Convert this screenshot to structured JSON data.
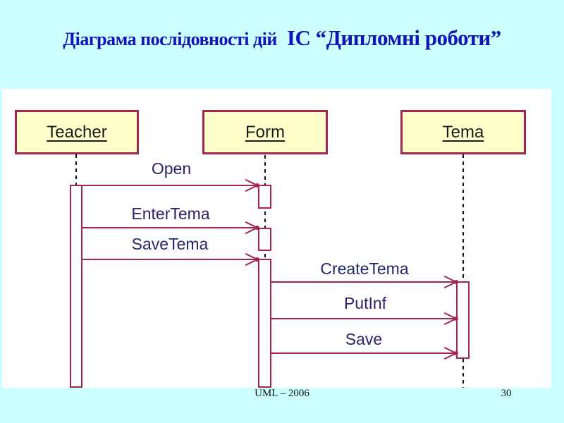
{
  "slide": {
    "title_part1": "Діаграма послідовності дій",
    "title_part2": "ІС “Дипломні роботи”",
    "footer": "UML – 2006",
    "page_number": "30"
  },
  "diagram": {
    "type": "uml-sequence-diagram",
    "actors": [
      {
        "name": "Teacher"
      },
      {
        "name": "Form"
      },
      {
        "name": "Tema"
      }
    ],
    "messages": [
      {
        "label": "Open",
        "from": "Teacher",
        "to": "Form"
      },
      {
        "label": "EnterTema",
        "from": "Teacher",
        "to": "Form"
      },
      {
        "label": "SaveTema",
        "from": "Teacher",
        "to": "Form"
      },
      {
        "label": "CreateTema",
        "from": "Form",
        "to": "Tema"
      },
      {
        "label": "PutInf",
        "from": "Form",
        "to": "Tema"
      },
      {
        "label": "Save",
        "from": "Form",
        "to": "Tema"
      }
    ],
    "colors": {
      "slide_background": "#CCFFFF",
      "canvas_background": "#FFFFFF",
      "actor_fill": "#FFFFCC",
      "line_and_border": "#A3264E",
      "message_label_text": "#26266E",
      "title_text": "#1313B8",
      "lifeline": "#111111"
    }
  }
}
